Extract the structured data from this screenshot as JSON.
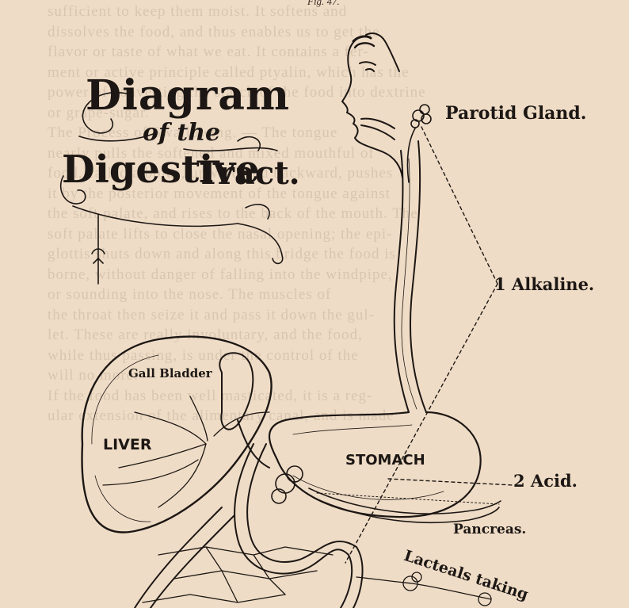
{
  "figure_number": "Fig. 47.",
  "title": {
    "line1": "Diagram",
    "line2": "of the",
    "line3": "Tract.",
    "line4": "Digestive",
    "line5": ""
  },
  "labels": {
    "parotid": "Parotid Gland.",
    "alkaline": "1 Alkaline.",
    "acid": "2 Acid.",
    "gall_bladder": "Gall Bladder",
    "liver": "LIVER",
    "stomach": "STOMACH",
    "pancreas": "Pancreas.",
    "lacteals": "Lacteals taking"
  },
  "background_text": "sufficient to keep them moist. It softens and\ndissolves the food, and thus enables us to get the\nflavor or taste of what we eat. It contains a fer-\nment or active principle called ptyalin, which has the\npower of converting the starch of the food into dextrine\nor grape-sugar.\n   The Process of Swallowing. — The tongue\nnearly pulls the softened and mixed mouthful of\nfood, called a bolus, upward and backward, pushes\nit by the posterior movement of the tongue against\nthe soft palate, and rises to the back of the mouth. The\nsoft palate lifts to close the nasal opening; the epi-\nglottis shuts down and along this bridge the food is\nborne, without danger of falling into the windpipe,\nor sounding into the nose. The muscles of\nthe throat then seize it and pass it down the gul-\nlet. These are really involuntary, and the food,\nwhile thus passing, is under the control of the\nwill no more.\n   If the food has been well masticated, it is a reg-\nular extension of the alimentary canal, and is made",
  "colors": {
    "paper": "#efdcc6",
    "ink": "#1c1714",
    "bleed_through": "#d9c6b0"
  }
}
